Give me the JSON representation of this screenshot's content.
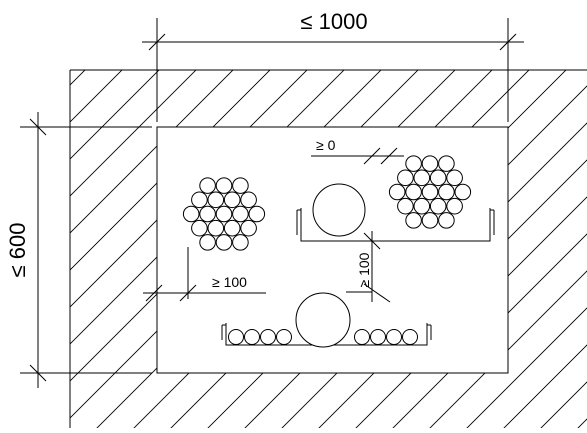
{
  "dimensions": {
    "width_max": "≤ 1000",
    "height_max": "≤ 600",
    "gap_top": "≥ 0",
    "gap_vertical": "≥ 100",
    "gap_left": "≥ 100"
  }
}
